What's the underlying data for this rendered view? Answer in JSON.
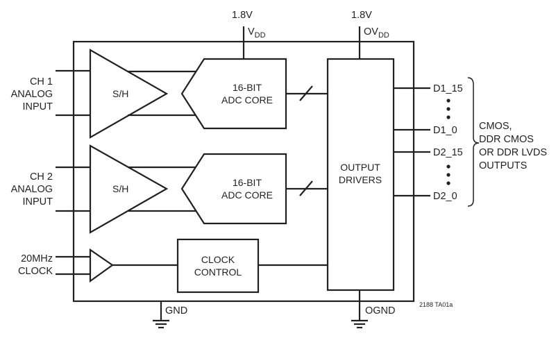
{
  "supplies": {
    "vdd_voltage": "1.8V",
    "vdd_name": "V",
    "vdd_sub": "DD",
    "ovdd_voltage": "1.8V",
    "ovdd_name": "OV",
    "ovdd_sub": "DD"
  },
  "grounds": {
    "gnd": "GND",
    "ognd": "OGND"
  },
  "inputs": {
    "ch1": [
      "CH 1",
      "ANALOG",
      "INPUT"
    ],
    "ch2": [
      "CH 2",
      "ANALOG",
      "INPUT"
    ],
    "clock": [
      "20MHz",
      "CLOCK"
    ]
  },
  "blocks": {
    "sh": "S/H",
    "adc": [
      "16-BIT",
      "ADC CORE"
    ],
    "clock_control": [
      "CLOCK",
      "CONTROL"
    ],
    "output_drivers": [
      "OUTPUT",
      "DRIVERS"
    ]
  },
  "outputs": {
    "pins": [
      "D1_15",
      "D1_0",
      "D2_15",
      "D2_0"
    ],
    "description": [
      "CMOS,",
      "DDR CMOS",
      "OR DDR LVDS",
      "OUTPUTS"
    ]
  },
  "figure_id": "2188 TA01a"
}
